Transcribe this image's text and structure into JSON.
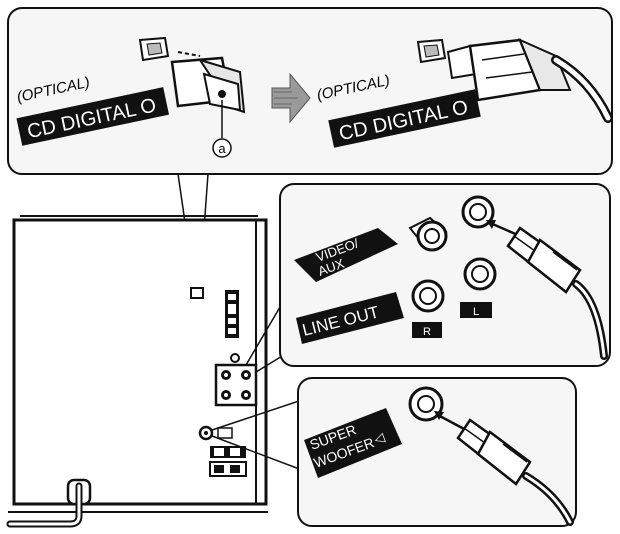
{
  "panels": {
    "optical": {
      "left_caption": "(OPTICAL)",
      "left_label": "CD DIGITAL O",
      "callout": "a",
      "right_caption": "(OPTICAL)",
      "right_label": "CD DIGITAL O"
    },
    "line": {
      "video_aux_line1": "VIDEO/",
      "video_aux_line2": "AUX",
      "line_out": "LINE OUT",
      "right_channel": "R",
      "left_channel": "L"
    },
    "subwoofer": {
      "line1": "SUPER",
      "line2": "WOOFER",
      "mono_symbol": "◁"
    }
  },
  "colors": {
    "ink": "#111111",
    "paper": "#ffffff",
    "panel_fill": "#f6f6f6",
    "arrow_gray": "#9a9a9a"
  }
}
